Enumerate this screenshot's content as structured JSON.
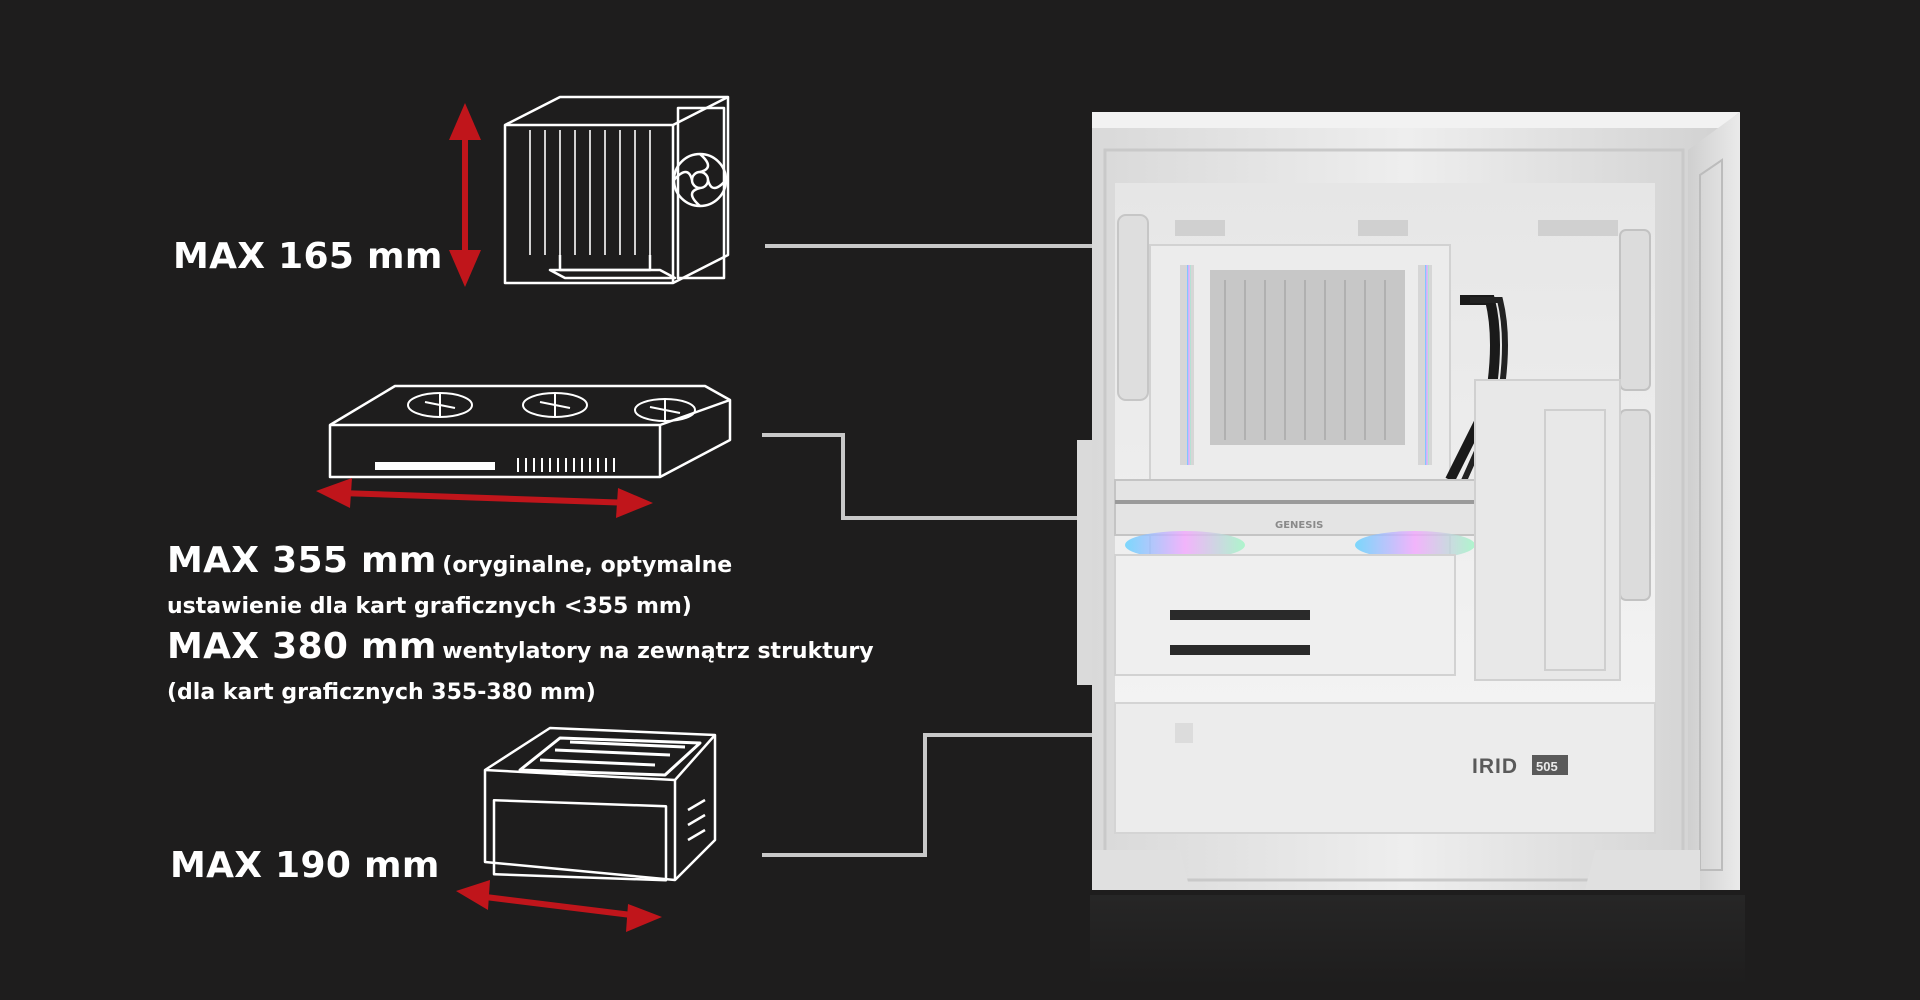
{
  "colors": {
    "background": "#1e1d1d",
    "arrow_red": "#c0151b",
    "line_gray": "#c8c8c8",
    "case_white": "#eaeaea"
  },
  "cooler": {
    "max_label": "MAX 165 mm",
    "icon": "cpu-tower-cooler-icon"
  },
  "gpu": {
    "max_label": "MAX 355 mm",
    "note_1": "(oryginalne, optymalne",
    "note_2": "ustawienie dla kart graficznych <355 mm)",
    "max_label_2": "MAX 380 mm",
    "note_3": "wentylatory na zewnątrz struktury",
    "note_4": "(dla kart graficznych 355-380 mm)",
    "icon": "graphics-card-icon"
  },
  "psu": {
    "max_label": "MAX 190 mm",
    "icon": "power-supply-icon"
  },
  "case": {
    "brand": "IRID",
    "model_badge": "505",
    "gpu_logo_text": "GENESIS"
  }
}
